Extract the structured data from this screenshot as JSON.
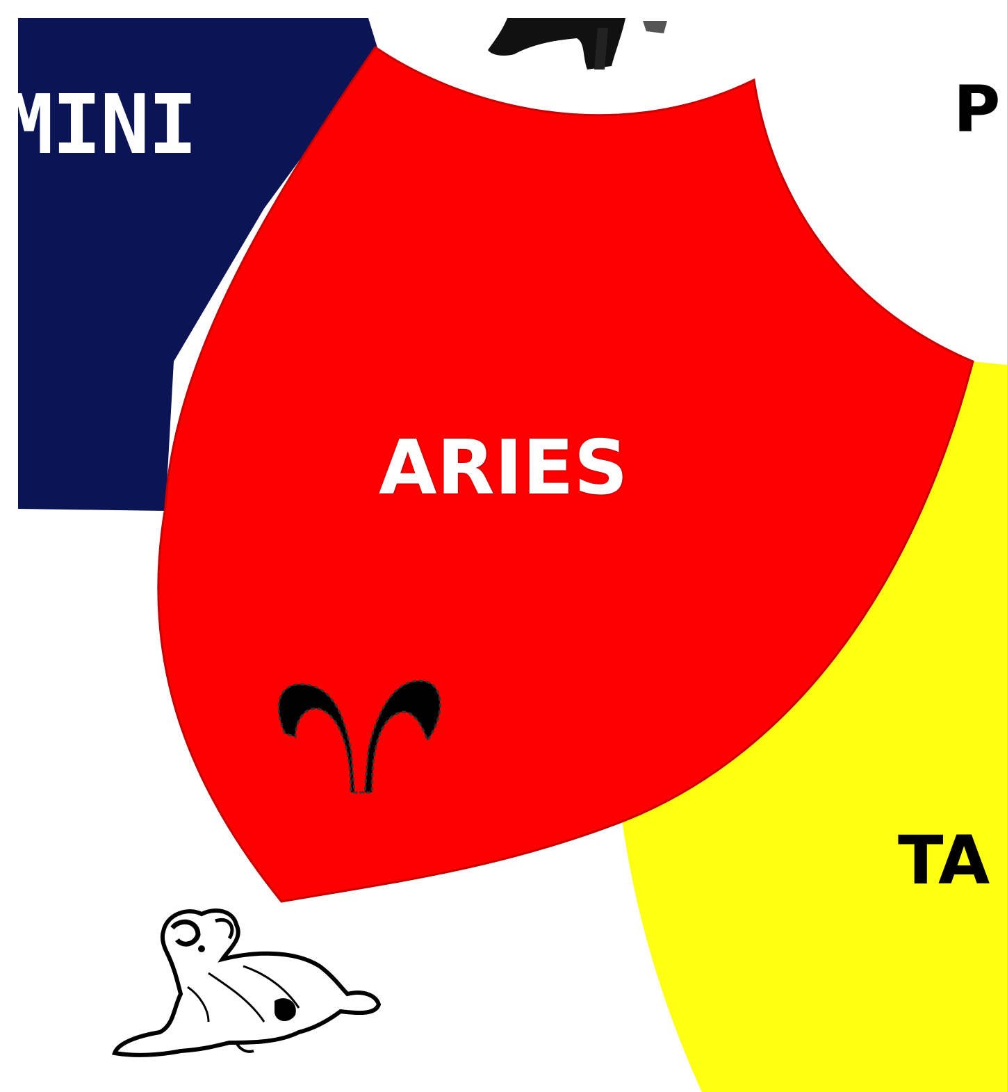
{
  "segments": {
    "gemini": {
      "label": "MINI",
      "color": "#0b1555"
    },
    "aries": {
      "label": "ARIES",
      "color": "#ff0000",
      "text_color": "#ffffff"
    },
    "pisces": {
      "label": "P",
      "color": "#ffffff"
    },
    "taurus": {
      "label": "TA",
      "color": "#ffff00"
    }
  },
  "symbols": {
    "aries_glyph": "aries-symbol-icon",
    "ram_figure": "ram-illustration",
    "top_figure": "figure-illustration"
  }
}
